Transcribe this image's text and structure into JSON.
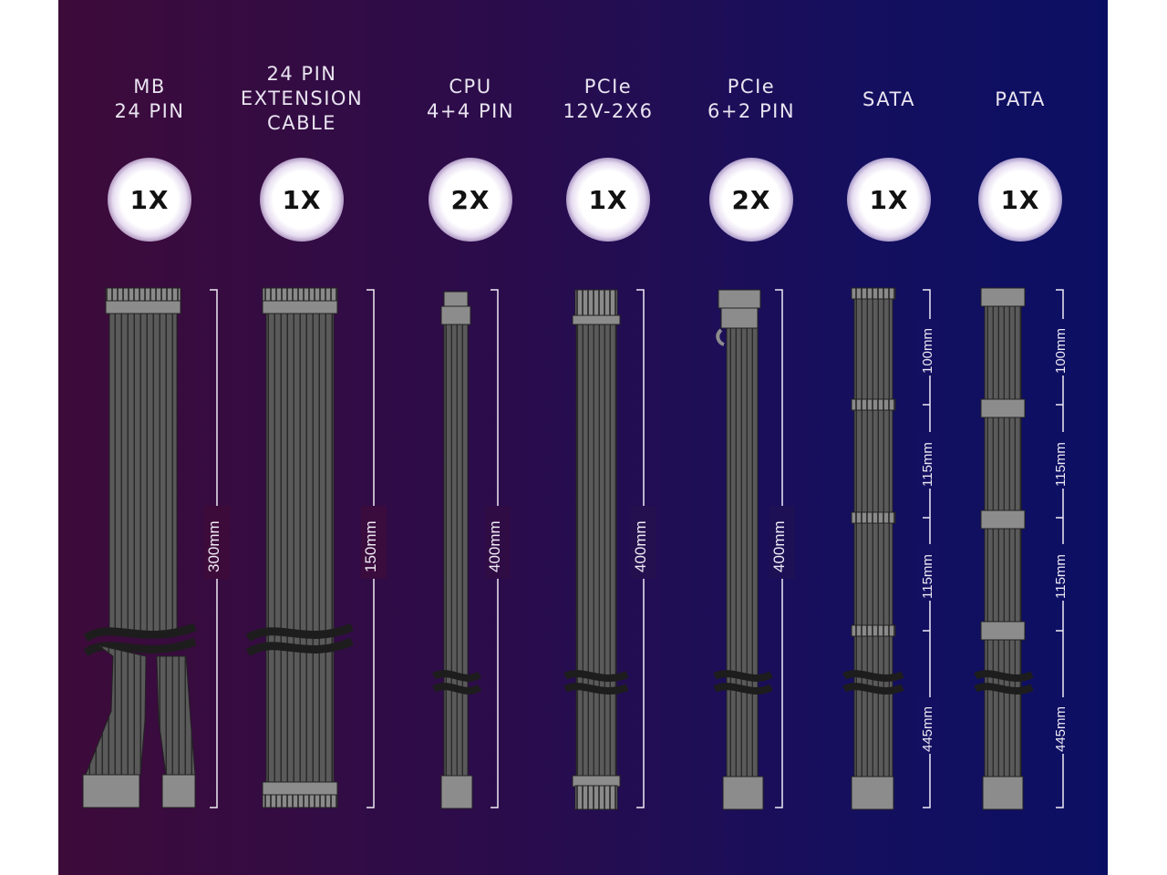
{
  "connectors": [
    {
      "key": "mb",
      "title_lines": [
        "MB",
        "24 PIN"
      ],
      "quantity": "1X",
      "lengths": [
        "300mm"
      ]
    },
    {
      "key": "ext",
      "title_lines": [
        "24 PIN",
        "EXTENSION",
        "CABLE"
      ],
      "quantity": "1X",
      "lengths": [
        "150mm"
      ]
    },
    {
      "key": "cpu",
      "title_lines": [
        "CPU",
        "4+4 PIN"
      ],
      "quantity": "2X",
      "lengths": [
        "400mm"
      ]
    },
    {
      "key": "pcie-12v",
      "title_lines": [
        "PCIe",
        "12V-2X6"
      ],
      "quantity": "1X",
      "lengths": [
        "400mm"
      ]
    },
    {
      "key": "pcie-62",
      "title_lines": [
        "PCIe",
        "6+2 PIN"
      ],
      "quantity": "2X",
      "lengths": [
        "400mm"
      ]
    },
    {
      "key": "sata",
      "title_lines": [
        "SATA"
      ],
      "quantity": "1X",
      "lengths": [
        "100mm",
        "115mm",
        "115mm",
        "445mm"
      ]
    },
    {
      "key": "pata",
      "title_lines": [
        "PATA"
      ],
      "quantity": "1X",
      "lengths": [
        "100mm",
        "115mm",
        "115mm",
        "445mm"
      ]
    }
  ],
  "colors": {
    "background_left": "#3d0b3a",
    "background_right": "#0b0f63",
    "cable": "#5e5e5e",
    "connector": "#8a8a8a",
    "text": "#e9e4f0"
  }
}
